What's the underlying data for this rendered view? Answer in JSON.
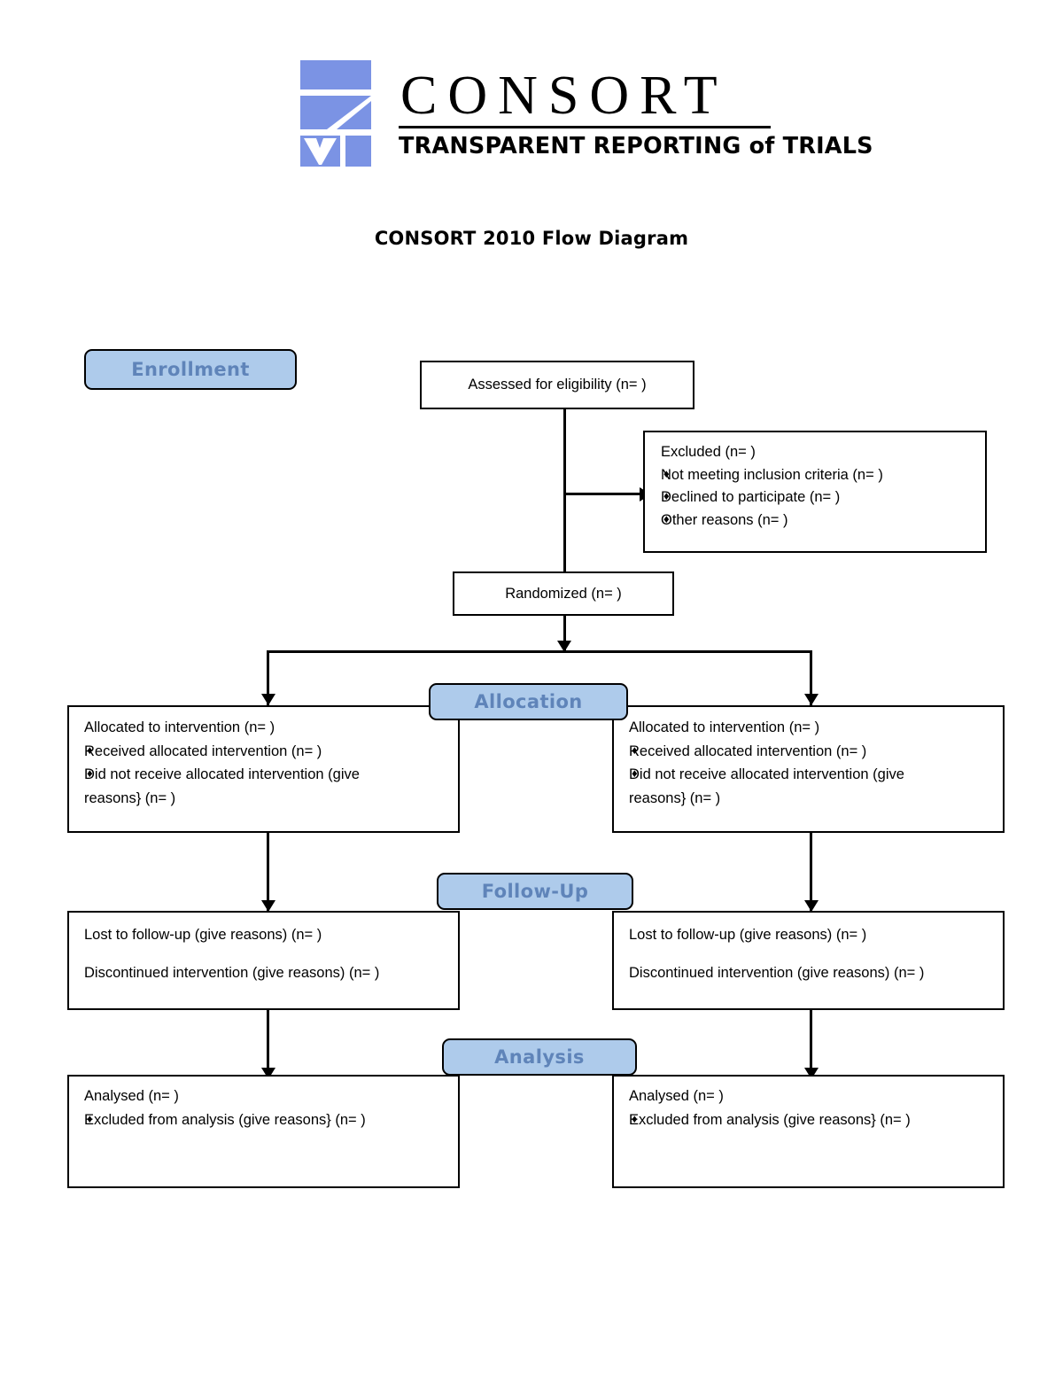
{
  "logo": {
    "wordmark": "CONSORT",
    "tagline_upper_1": "TRANSPARENT REPORTING",
    "tagline_lower": "of",
    "tagline_upper_2": "TRIALS",
    "mark_name": "consort-logo-mark",
    "brand_blue": "#7b93e4"
  },
  "title": "CONSORT 2010 Flow Diagram",
  "stages": {
    "enrollment": "Enrollment",
    "allocation": "Allocation",
    "followup": "Follow-Up",
    "analysis": "Analysis"
  },
  "colors": {
    "badge_fill": "#aecbeb",
    "badge_text": "#5f84b9",
    "border": "#000000",
    "box_fill": "#ffffff"
  },
  "boxes": {
    "assessed": {
      "line1": "Assessed for eligibility (n=  )"
    },
    "excluded": {
      "heading": "Excluded  (n=   )",
      "bullets": [
        "Not meeting inclusion criteria (n=  )",
        "Declined to participate (n=  )",
        "Other reasons (n=  )"
      ],
      "bullet_glyph": "♦"
    },
    "randomized": {
      "line1": "Randomized (n=  )"
    },
    "allocation_left": {
      "heading": "Allocated to intervention (n=  )",
      "bullet1": "Received allocated intervention (n=  )",
      "bullet2": "Did not receive allocated intervention (give",
      "bullet2_cont": "reasons} (n=  )",
      "bullet_glyph": "♦"
    },
    "allocation_right": {
      "heading": "Allocated to intervention (n=  )",
      "bullet1": "Received allocated intervention (n=  )",
      "bullet2": "Did not receive allocated intervention (give",
      "bullet2_cont": "reasons} (n=  )",
      "bullet_glyph": "♦"
    },
    "followup_left": {
      "line1": "Lost to follow-up (give reasons) (n=  )",
      "line2": "Discontinued intervention (give reasons) (n=  )"
    },
    "followup_right": {
      "line1": "Lost to follow-up (give reasons) (n=  )",
      "line2": "Discontinued intervention (give reasons) (n=  )"
    },
    "analysis_left": {
      "heading": "Analysed  (n=  )",
      "bullet1": "Excluded from analysis (give reasons} (n=  )",
      "bullet_glyph": "♦"
    },
    "analysis_right": {
      "heading": "Analysed  (n=  )",
      "bullet1": "Excluded from analysis (give reasons} (n=  )",
      "bullet_glyph": "♦"
    }
  }
}
